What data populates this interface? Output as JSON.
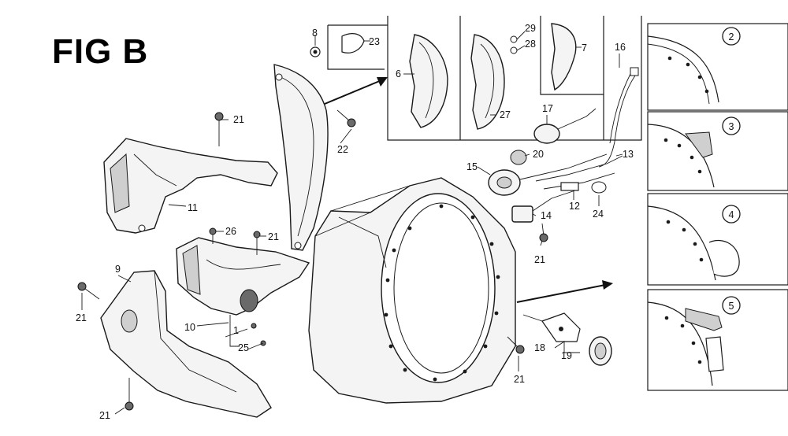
{
  "figure_title": "FIG B",
  "colors": {
    "line": "#1a1a1a",
    "background": "#ffffff",
    "part_fill": "#f4f4f4",
    "shade": "#cfcfcf"
  },
  "callouts": {
    "c1": "1",
    "c2": "2",
    "c3": "3",
    "c4": "4",
    "c5": "5",
    "c6": "6",
    "c7": "7",
    "c8": "8",
    "c9": "9",
    "c10": "10",
    "c11": "11",
    "c12": "12",
    "c13": "13",
    "c14": "14",
    "c15": "15",
    "c16": "16",
    "c17": "17",
    "c18": "18",
    "c19": "19",
    "c20": "20",
    "c21": "21",
    "c22": "22",
    "c23": "23",
    "c24": "24",
    "c25": "25",
    "c26": "26",
    "c27": "27",
    "c28": "28",
    "c29": "29"
  }
}
